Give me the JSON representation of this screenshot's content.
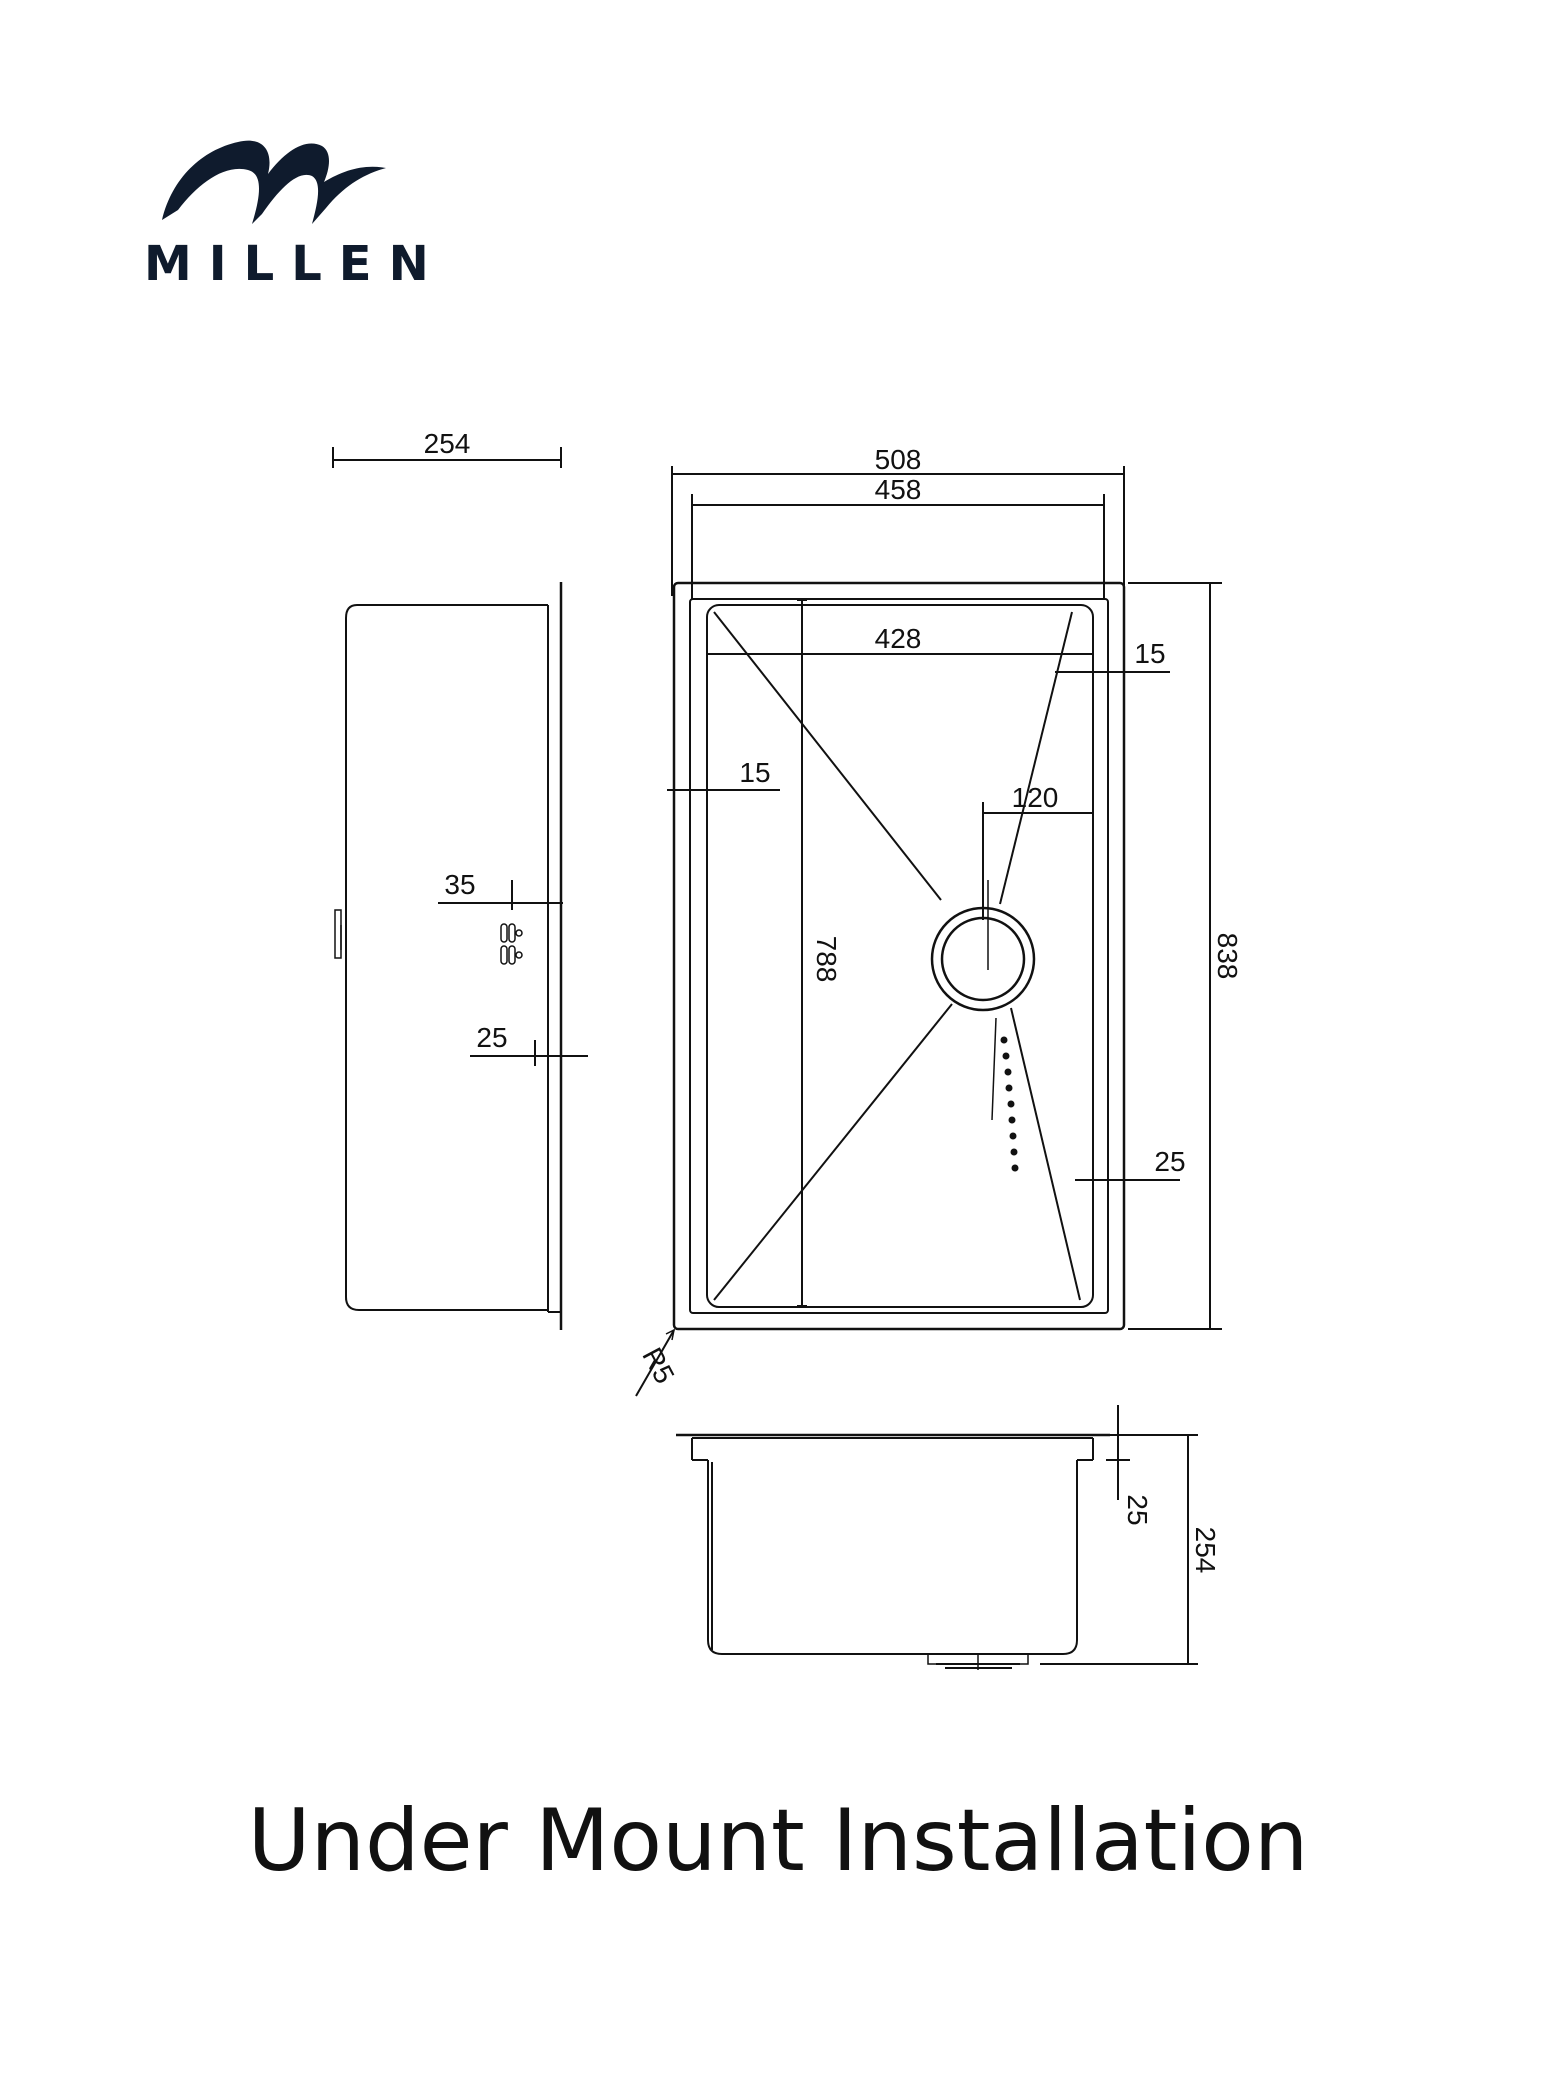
{
  "brand": {
    "name": "MILLEN",
    "logo_icon": "wave-logo-icon"
  },
  "title": "Under Mount Installation",
  "dimensions": {
    "side_width": "254",
    "side_overflow_offset": "35",
    "side_wall_offset": "25",
    "top_outer_width": "508",
    "top_inner_width": "458",
    "bowl_width": "428",
    "right_flange": "15",
    "left_flange": "15",
    "drain_offset": "120",
    "bowl_length": "788",
    "outer_length": "838",
    "corner_radius": "R5",
    "bowl_wall_offset": "25",
    "front_rim": "25",
    "depth": "254"
  },
  "colors": {
    "brand": "#0f1b2d",
    "line": "#111111"
  }
}
